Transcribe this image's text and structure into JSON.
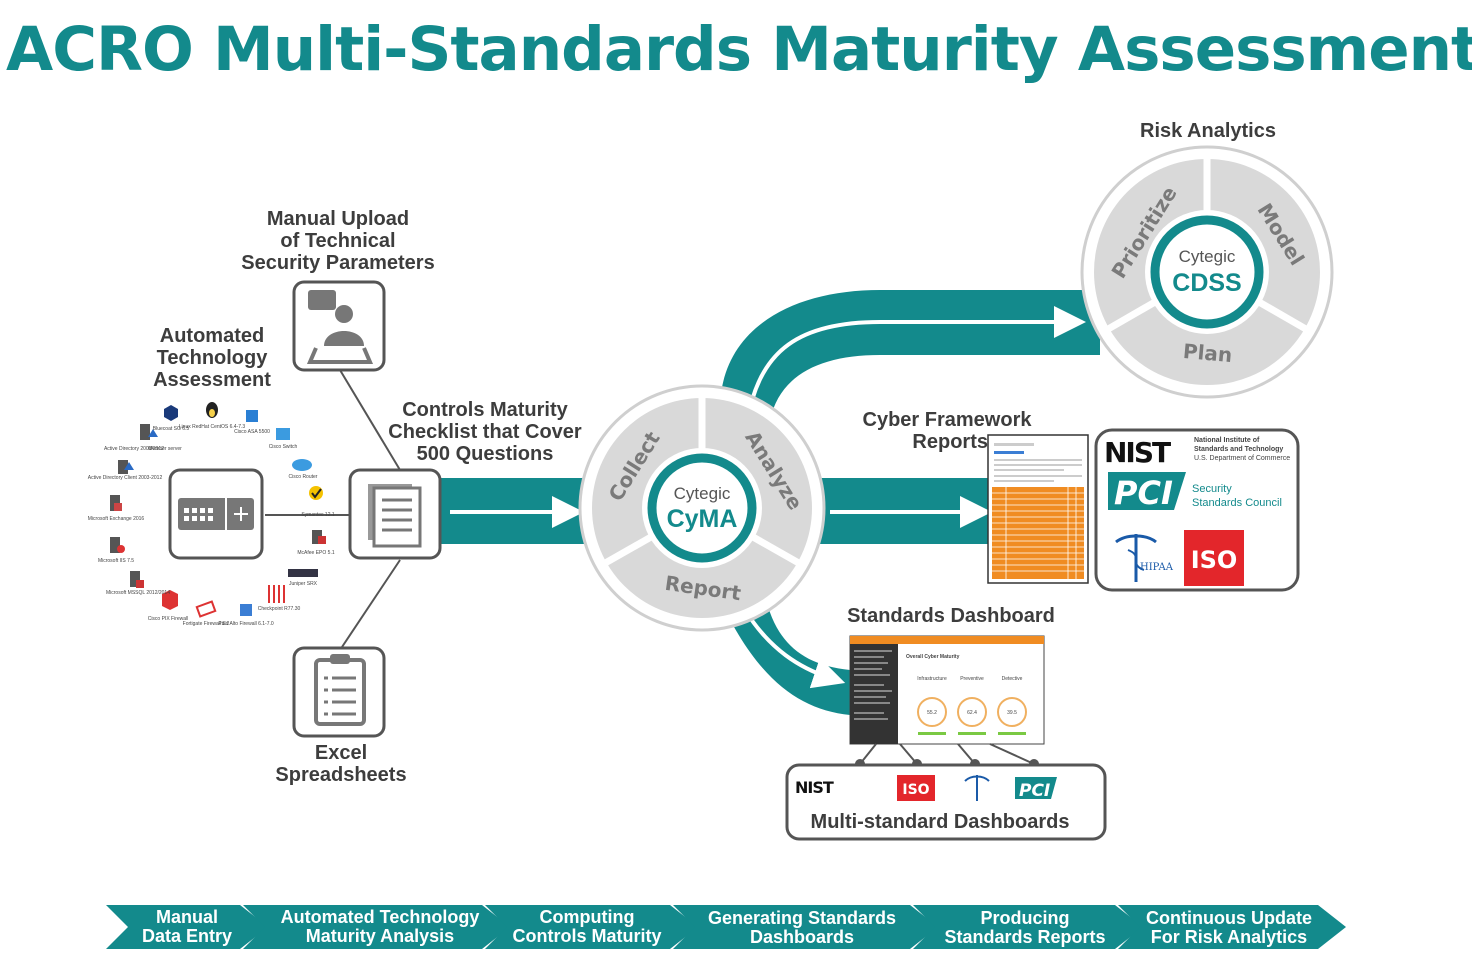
{
  "title": "ACRO Multi-Standards Maturity Assessment",
  "inputs": {
    "manual_upload": [
      "Manual Upload",
      "of Technical",
      "Security Parameters"
    ],
    "automated": [
      "Automated",
      "Technology",
      "Assessment"
    ],
    "excel": [
      "Excel",
      "Spreadsheets"
    ],
    "checklist": [
      "Controls Maturity",
      "Checklist that Cover",
      "500 Questions"
    ]
  },
  "cyma": {
    "brand": "Cytegic",
    "name": "CyMA",
    "segments": [
      "Collect",
      "Analyze",
      "Report"
    ]
  },
  "cdss": {
    "heading": "Risk Analytics",
    "brand": "Cytegic",
    "name": "CDSS",
    "segments": [
      "Prioritize",
      "Model",
      "Plan"
    ]
  },
  "outputs": {
    "framework_reports": [
      "Cyber Framework",
      "Reports"
    ],
    "standards_dashboard": "Standards Dashboard",
    "multi_dashboards": "Multi-standard Dashboards"
  },
  "standards_logos": {
    "nist": "NIST",
    "nist_sub": [
      "National Institute of",
      "Standards and Technology",
      "U.S. Department of Commerce"
    ],
    "pci": "PCI",
    "pci_sub": [
      "Security",
      "Standards Council"
    ],
    "hipaa": "HIPAA",
    "iso": "ISO"
  },
  "devices": [
    "Bluecoat SG 6.5",
    "Linux RedHat CentOS 6.4-7.3",
    "Cisco ASA 5500",
    "Cisco Switch",
    "Active Directory 2003/2012",
    "Member server",
    "Cisco Router",
    "Active Directory Client 2003-2012",
    "Microsoft Exchange 2016",
    "Symantec 12.1",
    "Microsoft IIS 7.5",
    "McAfee EPO 5.1",
    "Juniper SRX",
    "Microsoft MSSQL 2012/2014",
    "Checkpoint R77.30",
    "Cisco PIX Firewall",
    "Fortigate Firewall 5.2",
    "Palo Alto Firewall 6.1-7.0"
  ],
  "dashboard": {
    "header": "Overall Cyber Maturity",
    "columns": [
      "Infrastructure",
      "Preventive",
      "Detective"
    ],
    "values": [
      55.2,
      62.4,
      39.5
    ]
  },
  "process_steps": [
    [
      "Manual",
      "Data Entry"
    ],
    [
      "Automated Technology",
      "Maturity Analysis"
    ],
    [
      "Computing",
      "Controls Maturity"
    ],
    [
      "Generating Standards",
      "Dashboards"
    ],
    [
      "Producing",
      "Standards Reports"
    ],
    [
      "Continuous Update",
      "For Risk Analytics"
    ]
  ],
  "colors": {
    "teal": "#138a8c",
    "ring": "#d9d9d9",
    "orange": "#f08c22",
    "iso_red": "#e3262b"
  }
}
